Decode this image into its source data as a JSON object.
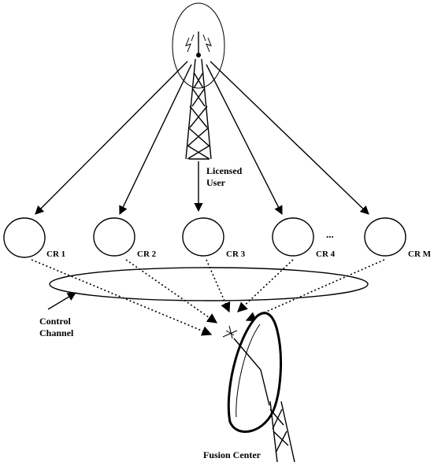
{
  "licensed_user": {
    "line1": "Licensed",
    "line2": "User"
  },
  "cognitive_radios": [
    {
      "label": "CR 1"
    },
    {
      "label": "CR 2"
    },
    {
      "label": "CR 3"
    },
    {
      "label": "CR 4"
    },
    {
      "label": "CR M"
    }
  ],
  "ellipsis": "...",
  "control_channel": {
    "line1": "Control",
    "line2": "Channel"
  },
  "fusion_center": {
    "label": "Fusion Center"
  }
}
